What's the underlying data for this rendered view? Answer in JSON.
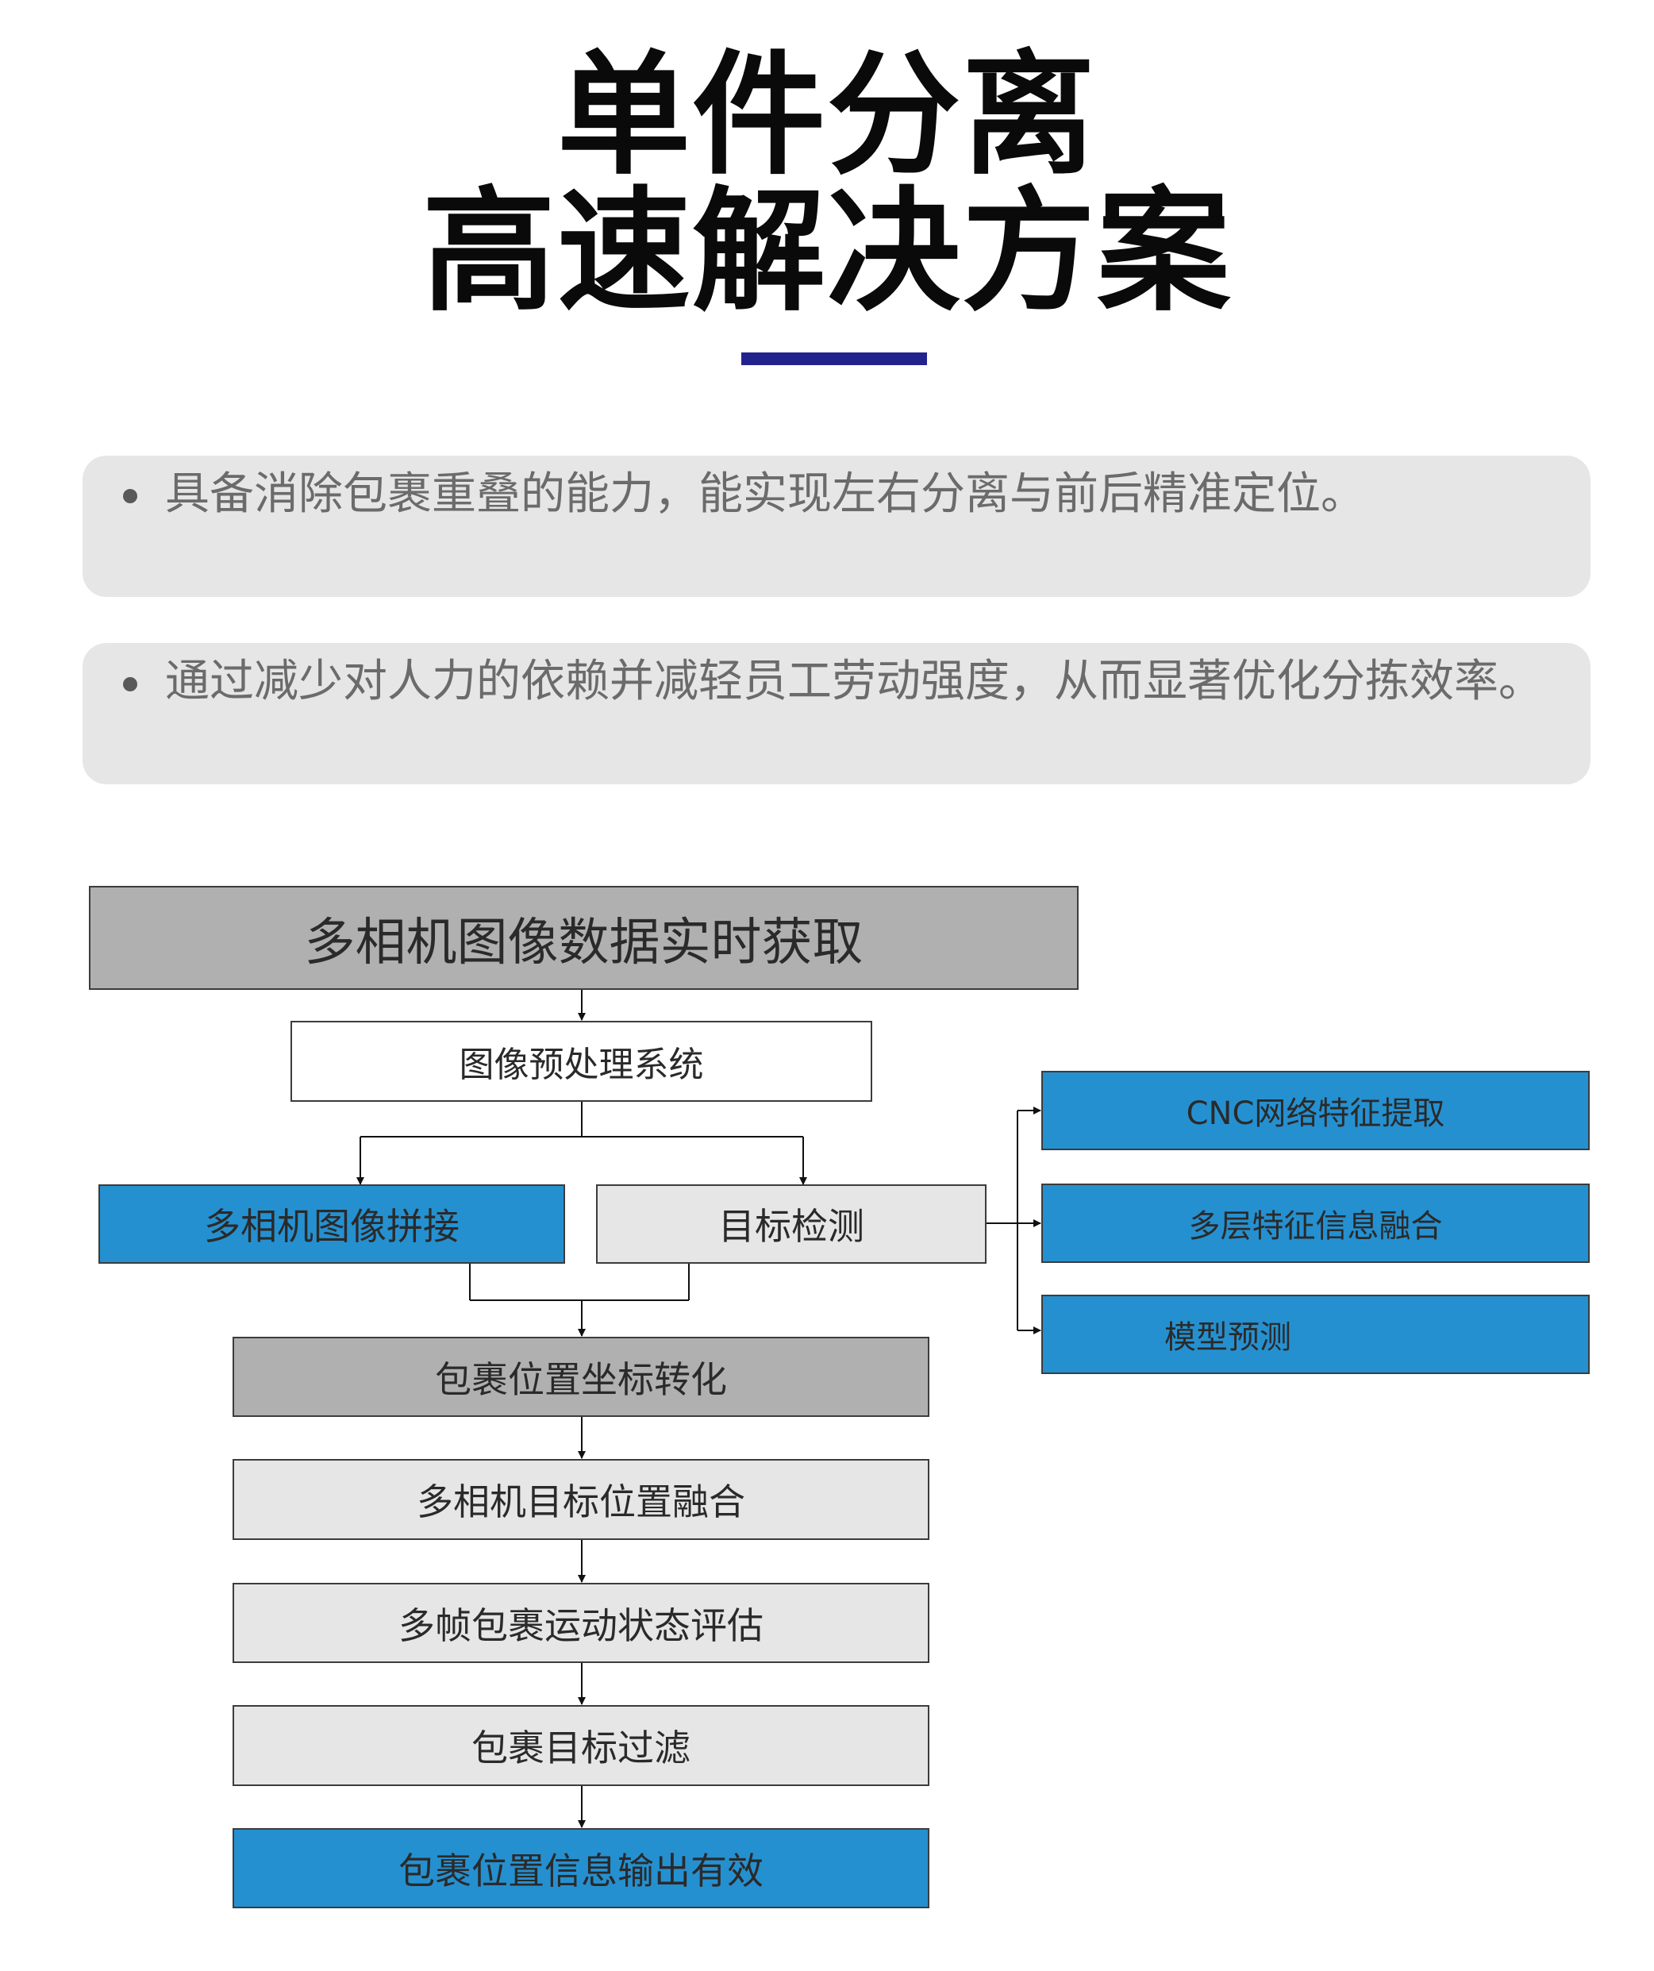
{
  "title": {
    "line1": "单件分离",
    "line2": "高速解决方案"
  },
  "bullets": [
    {
      "text": "具备消除包裹重叠的能力，能实现左右分离与前后精准定位。"
    },
    {
      "text": "通过减少对人力的依赖并减轻员工劳动强度，从而显著优化分拣效率。"
    }
  ],
  "flowchart": {
    "nodes": {
      "acquire": "多相机图像数据实时获取",
      "preprocess": "图像预处理系统",
      "stitch": "多相机图像拼接",
      "detect": "目标检测",
      "cnc": "CNC网络特征提取",
      "fusion_features": "多层特征信息融合",
      "predict": "模型预测",
      "coord": "包裹位置坐标转化",
      "multi_fusion": "多相机目标位置融合",
      "motion": "多帧包裹运动状态评估",
      "filter": "包裹目标过滤",
      "output": "包裹位置信息输出有效"
    },
    "colors": {
      "blue": "#2590d0",
      "dark_gray": "#b0b0b0",
      "light_gray": "#e6e6e6",
      "accent_bar": "#23238e"
    }
  }
}
